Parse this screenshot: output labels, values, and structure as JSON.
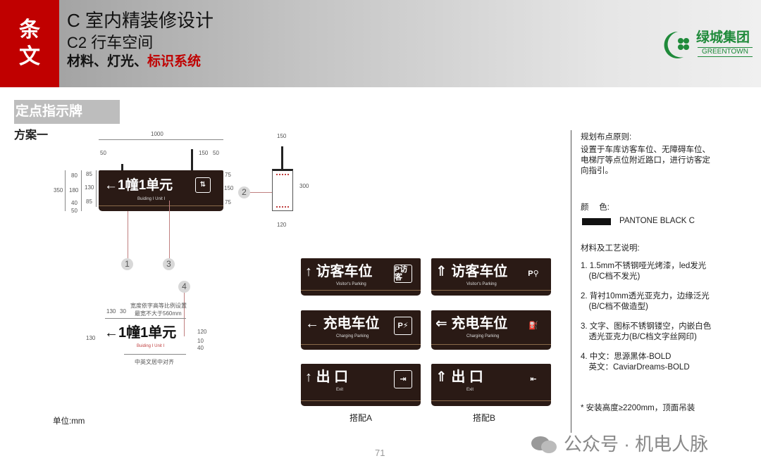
{
  "header": {
    "tab": [
      "条",
      "文"
    ],
    "title": "C 室内精装修设计",
    "subtitle": "C2 行车空间",
    "crumb_plain": "材料、灯光、",
    "crumb_active": "标识系统",
    "logo_cn": "绿城集团",
    "logo_en": "GREENTOWN"
  },
  "section_title": "定点指示牌",
  "plan_title": "方案一",
  "main_sign": {
    "text": "1幢1单元",
    "text_en": "Buiding Ⅰ Unit Ⅰ",
    "icon": "elevator-icon",
    "dims": {
      "width": "1000",
      "left": "50",
      "right1": "150",
      "right2": "50",
      "h_total": "350",
      "h_a": "80",
      "h_b": "180",
      "h_c": "40",
      "h_d": "50",
      "h_e": "85",
      "h_f": "130",
      "h_g": "85",
      "r_a": "75",
      "r_b": "150",
      "r_c": "75"
    }
  },
  "side_view": {
    "top": "150",
    "height": "300",
    "bottom": "120"
  },
  "callouts": [
    "1",
    "2",
    "3",
    "4"
  ],
  "detail": {
    "text": "1幢1单元",
    "text_en": "Buiding Ⅰ Unit Ⅰ",
    "d1": "130",
    "d2": "30",
    "note1": "宽度依字高等比例设置",
    "note2": "最宽不大于560mm",
    "h": "130",
    "r1": "120",
    "r2": "10",
    "r3": "40",
    "align_note": "中英文居中对齐"
  },
  "combos": [
    {
      "label": "搭配A",
      "signs": [
        {
          "arrow": "↑",
          "cn": "访客车位",
          "en": "Visitor's Parking",
          "icon": "P访客"
        },
        {
          "arrow": "←",
          "cn": "充电车位",
          "en": "Charging Parking",
          "icon": "P⚡"
        },
        {
          "arrow": "↑",
          "cn": "出 口",
          "en": "Exit",
          "icon": "⇥"
        }
      ]
    },
    {
      "label": "搭配B",
      "signs": [
        {
          "arrow": "⇑",
          "cn": "访客车位",
          "en": "Visitor's Parking",
          "icon": "P⚲"
        },
        {
          "arrow": "⇐",
          "cn": "充电车位",
          "en": "Charging Parking",
          "icon": "⛽"
        },
        {
          "arrow": "⇑",
          "cn": "出 口",
          "en": "Exit",
          "icon": "⇤"
        }
      ]
    }
  ],
  "notes": {
    "layout_title": "规划布点原则:",
    "layout_text": "设置于车库访客车位、无障碍车位、电梯厅等点位附近路口，进行访客定向指引。",
    "color_title": "颜　 色:",
    "color_name": "PANTONE BLACK C",
    "color_swatch": "#111111",
    "material_title": "材料及工艺说明:",
    "items": [
      "1. 1.5mm不锈钢哑光烤漆，led发光",
      "　(B/C档不发光)",
      "2. 背衬10mm透光亚克力，边缘泛光",
      "　(B/C档不做造型)",
      "3. 文字、图标不锈钢镂空，内嵌白色",
      "　透光亚克力(B/C档文字丝网印)",
      "4. 中文：思源黑体-BOLD",
      "　英文：CaviarDreams-BOLD"
    ],
    "install": "* 安装高度≥2200mm，顶面吊装"
  },
  "unit": "单位:mm",
  "page_number": "71",
  "watermark": "公众号 · 机电人脉",
  "colors": {
    "brand_red": "#c00000",
    "sign_bg": "#2a1a15",
    "logo_green": "#1f8a3a"
  }
}
